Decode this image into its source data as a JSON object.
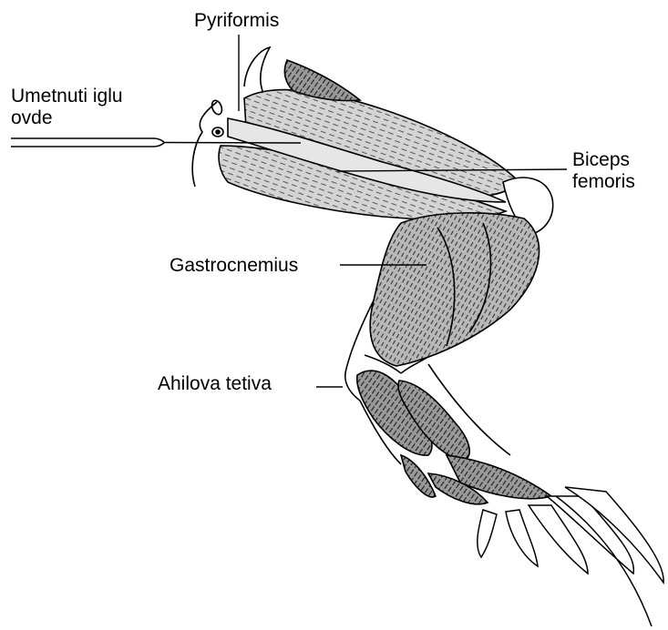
{
  "labels": {
    "pyriformis": "Pyriformis",
    "needle_line1": "Umetnuti iglu",
    "needle_line2": "ovde",
    "biceps_line1": "Biceps",
    "biceps_line2": "femoris",
    "gastrocnemius": "Gastrocnemius",
    "achilles": "Ahilova tetiva"
  },
  "colors": {
    "ink": "#000000",
    "muscle_fill": "#cfcfcf",
    "muscle_dark": "#8a8a8a",
    "background": "#ffffff"
  }
}
